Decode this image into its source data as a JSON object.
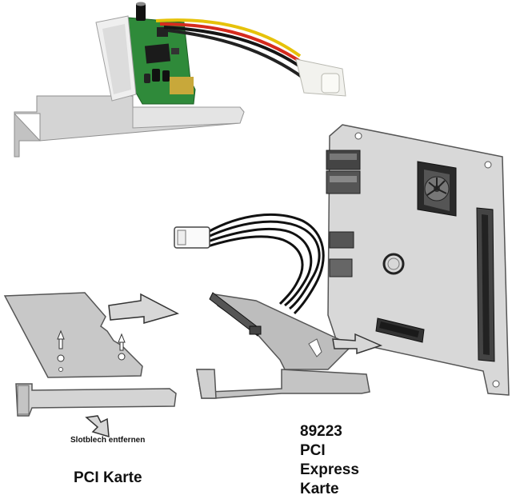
{
  "labels": {
    "slot_remove": "Slotblech entfernen",
    "pci_card": "PCI Karte",
    "product_number": "89223",
    "product_line1": "PCI",
    "product_line2": "Express",
    "product_line3": "Karte"
  },
  "colors": {
    "pcb_green": "#2f8a3a",
    "pci_slot": "#ededed",
    "bracket": "#d6d6d6",
    "diagram_gray": "#bdbdbd",
    "board_gray": "#d3d3d3",
    "cable_red": "#d62b1e",
    "cable_yellow": "#e6c20a",
    "cable_black": "#151515",
    "arrow_fill": "#d7d7d7"
  },
  "icons": [
    "arrow-right-icon",
    "arrow-down-icon",
    "fan-icon"
  ]
}
